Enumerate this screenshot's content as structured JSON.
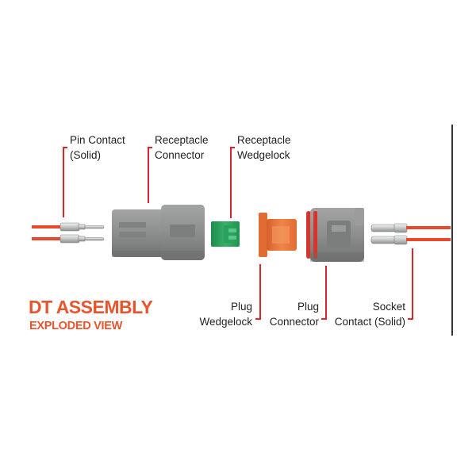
{
  "heading": {
    "title": "DT ASSEMBLY",
    "subtitle": "EXPLODED VIEW"
  },
  "colors": {
    "accent": "#e8552c",
    "leader": "#d8262f",
    "housing": "#8c8f8e",
    "receptacle_wedgelock": "#2e9e5b",
    "plug_wedgelock": "#e8703a",
    "seal": "#d8342c",
    "wire": "#e8482c",
    "contact_metal": "#c9ccca"
  },
  "labels": {
    "pin_contact": {
      "line1": "Pin Contact",
      "line2": "(Solid)"
    },
    "receptacle_connector": {
      "line1": "Receptacle",
      "line2": "Connector"
    },
    "receptacle_wedgelock": {
      "line1": "Receptacle",
      "line2": "Wedgelock"
    },
    "plug_wedgelock": {
      "line1": "Plug",
      "line2": "Wedgelock"
    },
    "plug_connector": {
      "line1": "Plug",
      "line2": "Connector"
    },
    "socket_contact": {
      "line1": "Socket",
      "line2": "Contact (Solid)"
    }
  }
}
